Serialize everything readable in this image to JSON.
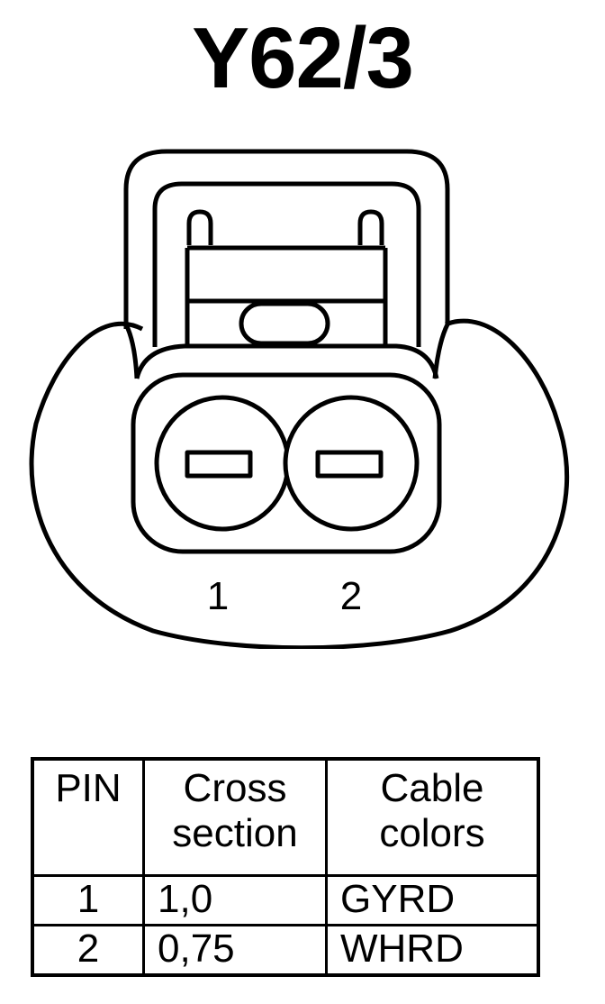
{
  "title": "Y62/3",
  "connector": {
    "pin_labels": [
      "1",
      "2"
    ]
  },
  "table": {
    "headers": [
      [
        "PIN"
      ],
      [
        "Cross",
        "section"
      ],
      [
        "Cable",
        "colors"
      ]
    ],
    "rows": [
      {
        "pin": "1",
        "cross_section": "1,0",
        "cable_colors": "GYRD"
      },
      {
        "pin": "2",
        "cross_section": "0,75",
        "cable_colors": "WHRD"
      }
    ]
  }
}
